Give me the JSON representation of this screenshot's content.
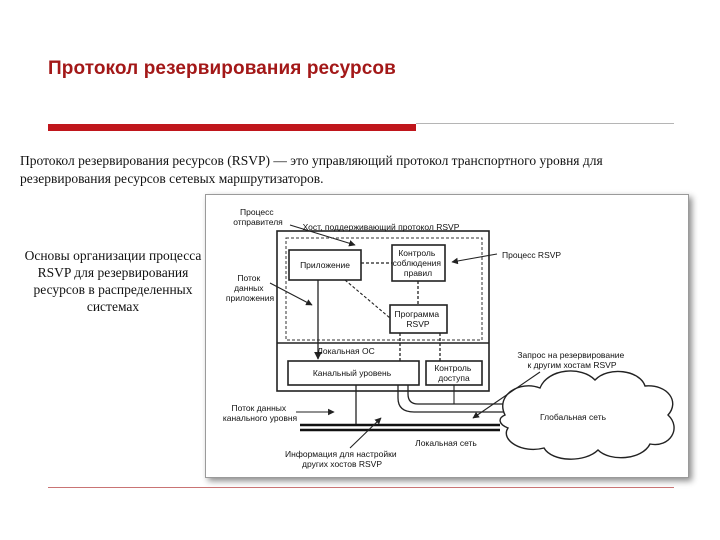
{
  "slide": {
    "title": "Протокол резервирования ресурсов",
    "intro": "Протокол резервирования ресурсов (RSVP) — это управляющий протокол транспортного уровня для резервирования ресурсов сетевых маршрутизаторов.",
    "side_note": "Основы организации процесса RSVP для резервирования ресурсов в распределенных системах"
  },
  "diagram": {
    "host_label": "Хост, поддерживающий протокол RSVP",
    "sender_process": [
      "Процесс",
      "отправителя"
    ],
    "app_flow": [
      "Поток",
      "данных",
      "приложения"
    ],
    "application": "Приложение",
    "policy_control": [
      "Контроль",
      "соблюдения",
      "правил"
    ],
    "rsvp_program": [
      "Программа",
      "RSVP"
    ],
    "rsvp_process": "Процесс RSVP",
    "local_os": "Локальная ОС",
    "link_layer": "Канальный уровень",
    "access_control": [
      "Контроль",
      "доступа"
    ],
    "reservation_request": [
      "Запрос на резервирование",
      "к другим хостам RSVP"
    ],
    "global_network": "Глобальная сеть",
    "link_flow": [
      "Поток данных",
      "канального уровня"
    ],
    "local_network": "Локальная сеть",
    "setup_info": [
      "Информация для настройки",
      "других хостов RSVP"
    ]
  }
}
